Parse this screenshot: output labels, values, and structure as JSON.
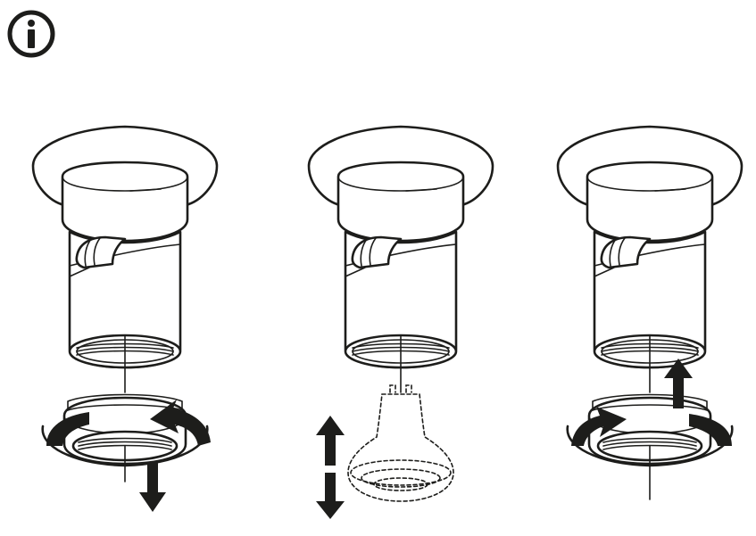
{
  "figure": {
    "info_icon": "info-icon",
    "steps": [
      {
        "id": "step-1",
        "parts": [
          "ceiling-fixture",
          "locking-ring"
        ],
        "icons": [
          "rotate-counterclockwise-arrow",
          "pull-down-arrow"
        ]
      },
      {
        "id": "step-2",
        "parts": [
          "ceiling-fixture",
          "gu10-bulb"
        ],
        "icons": [
          "up-down-arrow"
        ]
      },
      {
        "id": "step-3",
        "parts": [
          "ceiling-fixture",
          "locking-ring"
        ],
        "icons": [
          "rotate-clockwise-arrow",
          "push-up-arrow"
        ]
      }
    ],
    "colors": {
      "ink": "#1d1d1b",
      "background": "#ffffff"
    }
  }
}
